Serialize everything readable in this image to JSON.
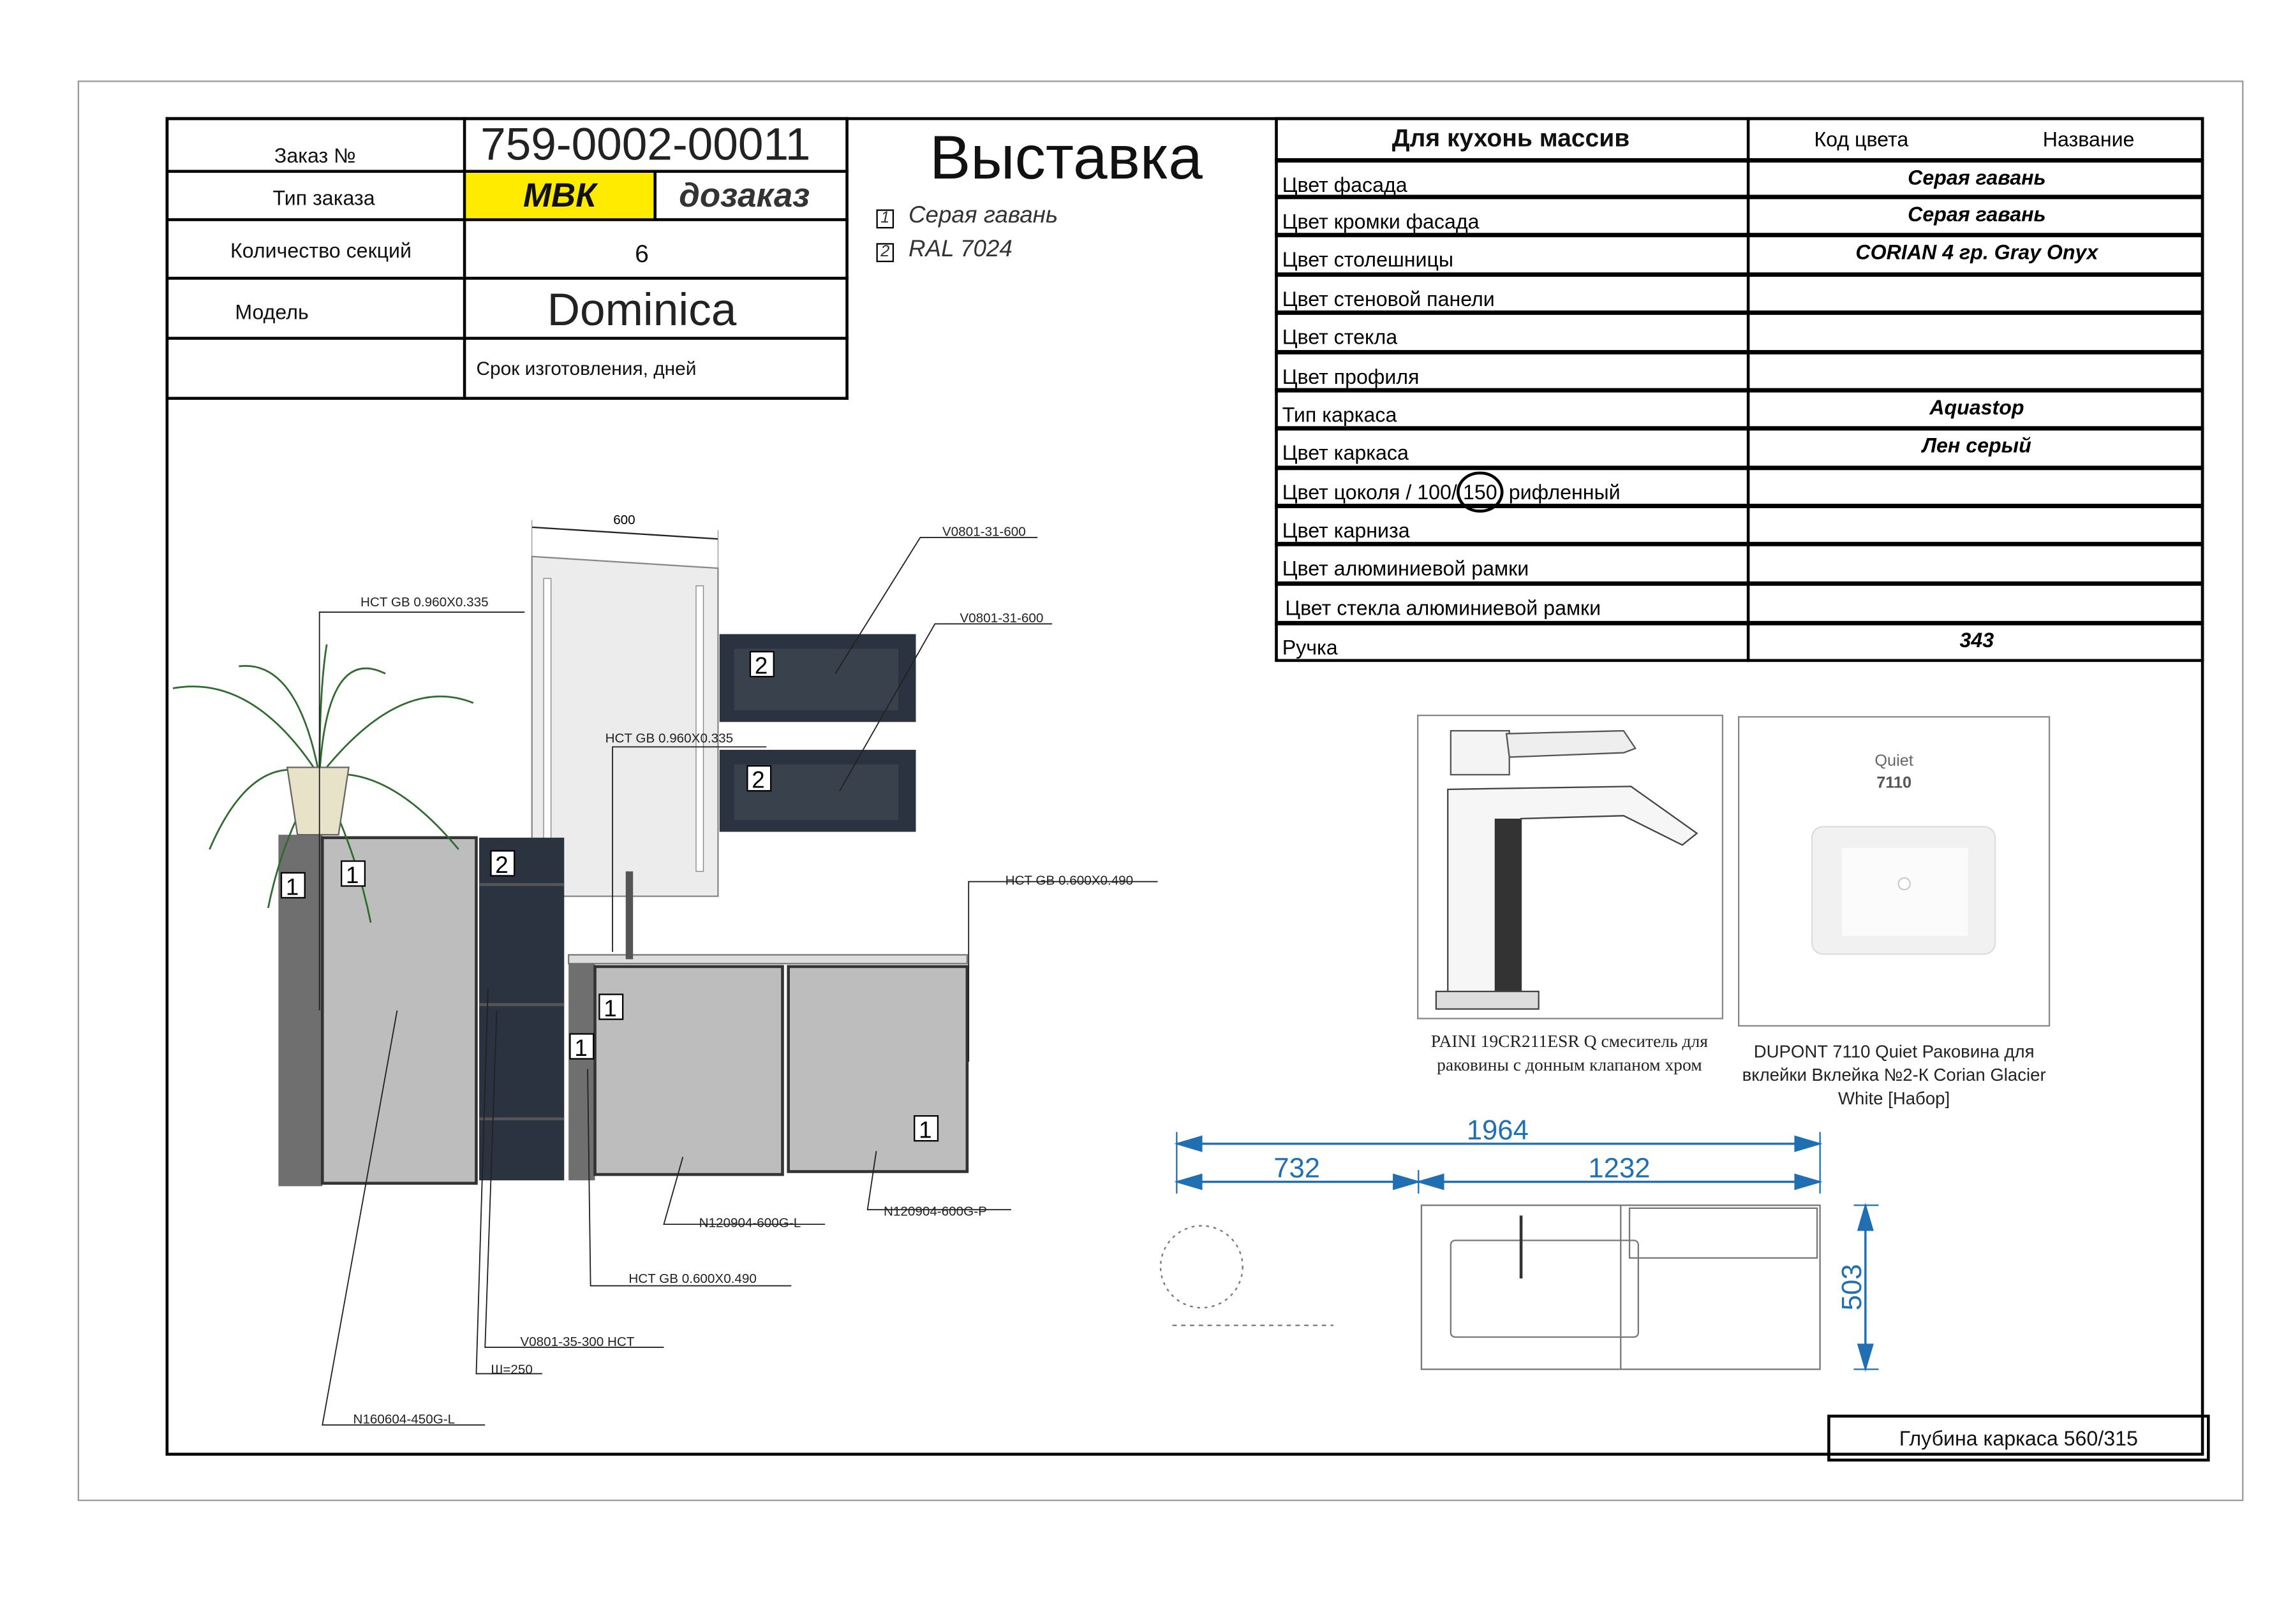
{
  "header": {
    "order_label": "Заказ №",
    "order_number": "759-0002-00011",
    "order_type_label": "Тип заказа",
    "order_type": "МВК",
    "order_subtype": "дозаказ",
    "sections_label": "Количество секций",
    "sections_count": "6",
    "model_label": "Модель",
    "model": "Dominica",
    "lead_time_label": "Срок изготовления, дней"
  },
  "title": "Выставка",
  "legend": [
    {
      "num": "1",
      "text": "Серая гавань"
    },
    {
      "num": "2",
      "text": "RAL 7024"
    }
  ],
  "spec_table": {
    "heading": "Для кухонь массив",
    "col_code": "Код цвета",
    "col_name": "Название",
    "rows": [
      {
        "label": "Цвет фасада",
        "value": "Серая гавань"
      },
      {
        "label": "Цвет кромки фасада",
        "value": "Серая гавань"
      },
      {
        "label": "Цвет столешницы",
        "value": "CORIAN 4 гр. Gray Onyx"
      },
      {
        "label": "Цвет стеновой панели",
        "value": ""
      },
      {
        "label": "Цвет стекла",
        "value": ""
      },
      {
        "label": "Цвет профиля",
        "value": ""
      },
      {
        "label": "Тип каркаса",
        "value": "Aquastop"
      },
      {
        "label": "Цвет каркаса",
        "value": "Лен серый"
      },
      {
        "label": "Цвет цоколя / 100/",
        "label_circled": "150",
        "label_suffix": " рифленный",
        "value": ""
      },
      {
        "label": "Цвет карниза",
        "value": ""
      },
      {
        "label": "Цвет алюминиевой рамки",
        "value": ""
      },
      {
        "label": "Цвет стекла алюминиевой рамки",
        "value": ""
      },
      {
        "label": "Ручка",
        "value": "343"
      }
    ]
  },
  "products": {
    "faucet_caption": "PAINI 19CR211ESR Q смеситель для раковины с донным клапаном хром",
    "sink_brand": "Quiet",
    "sink_model": "7110",
    "sink_caption": "DUPONT 7110 Quiet Раковина для вклейки Вклейка №2-К Corian Glacier White [Набор]"
  },
  "drawing": {
    "mirror_width": "600",
    "callouts": [
      "HCT GB 0.960X0.335",
      "V0801-31-600",
      "V0801-31-600",
      "HCT GB 0.960X0.335",
      "HCT GB 0.600X0.490",
      "N120904-600G-L",
      "N120904-600G-P",
      "HCT GB 0.600X0.490",
      "V0801-35-300 HCT",
      "Ш=250",
      "N160604-450G-L"
    ],
    "markers": [
      "1",
      "1",
      "2",
      "2",
      "2",
      "1",
      "1",
      "1"
    ]
  },
  "dimensions": {
    "total": "1964",
    "left": "732",
    "right": "1232",
    "height": "503"
  },
  "depth_note": "Глубина каркаса 560/315",
  "colors": {
    "highlight": "#ffeb00",
    "dim_blue": "#1f6fb2",
    "cabinet_dark": "#2b3340",
    "facade_gray": "#b9b9b9"
  }
}
